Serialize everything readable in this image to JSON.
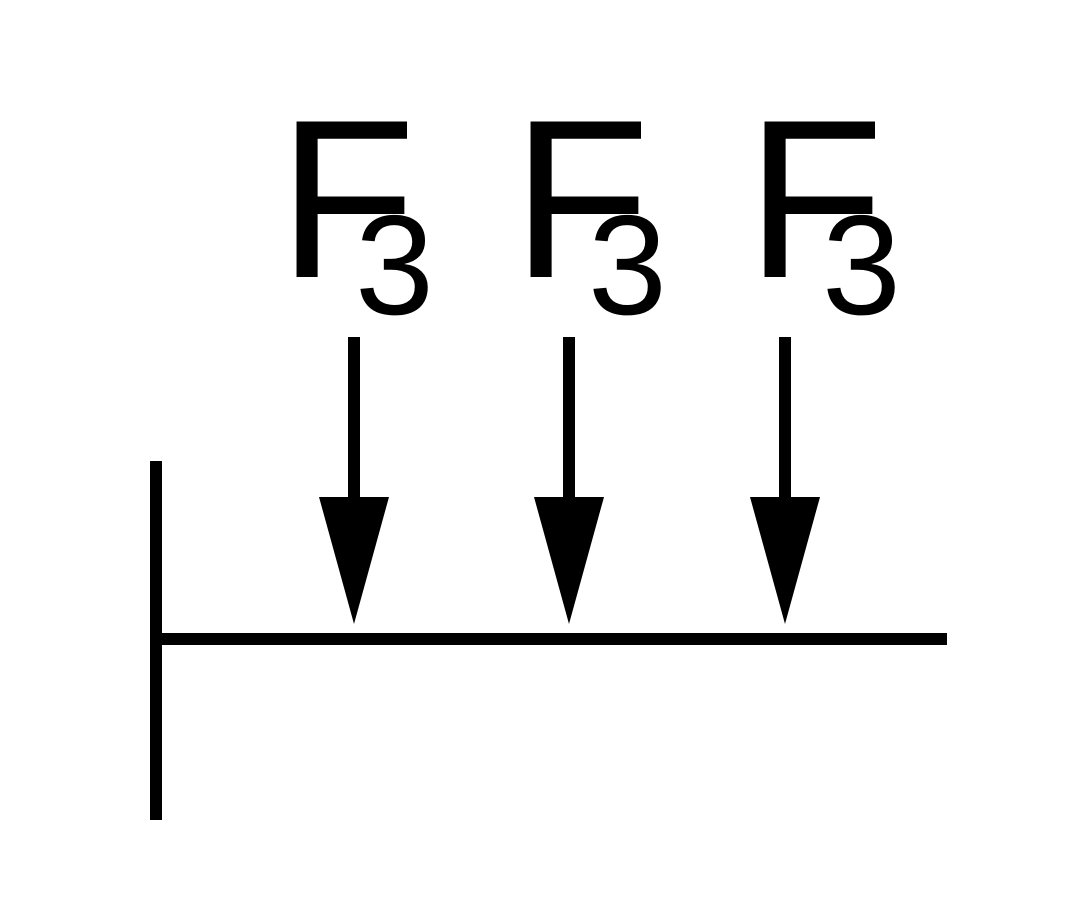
{
  "diagram": {
    "forces": [
      {
        "letter": "F",
        "subscript": "3"
      },
      {
        "letter": "F",
        "subscript": "3"
      },
      {
        "letter": "F",
        "subscript": "3"
      }
    ],
    "colors": {
      "ink": "#000000",
      "background": "#ffffff"
    }
  }
}
